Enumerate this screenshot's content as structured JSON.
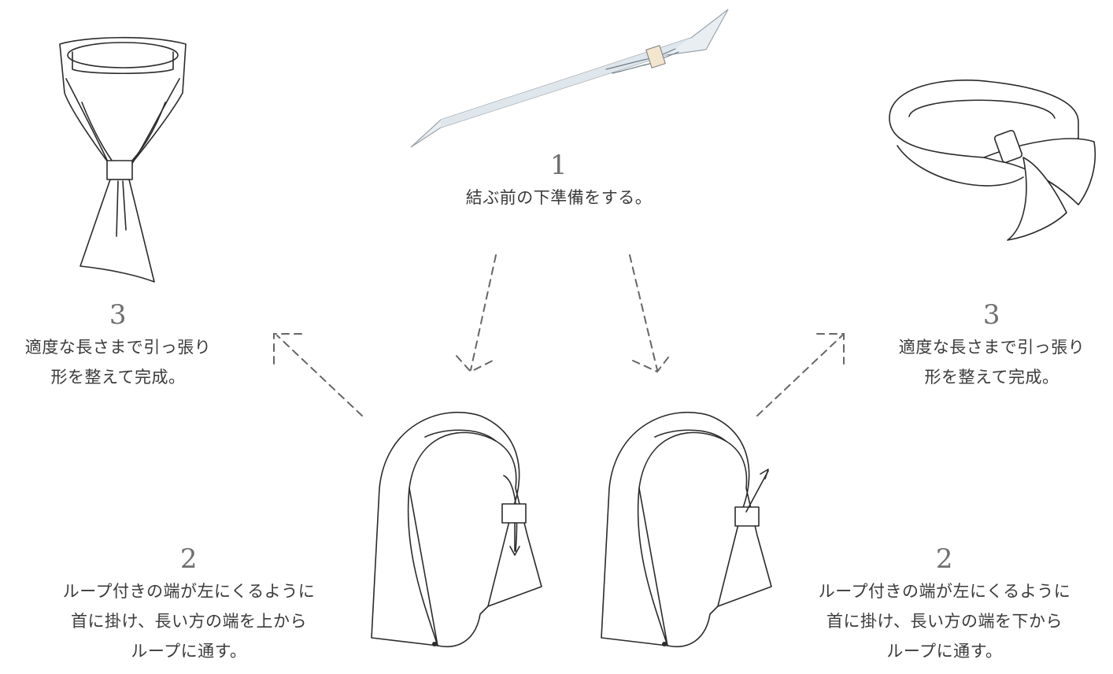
{
  "steps": {
    "step1": {
      "num": "1",
      "text": "結ぶ前の下準備をする。"
    },
    "step3_left": {
      "num": "3",
      "line1": "適度な長さまで引っ張り",
      "line2": "形を整えて完成。"
    },
    "step3_right": {
      "num": "3",
      "line1": "適度な長さまで引っ張り",
      "line2": "形を整えて完成。"
    },
    "step2_left": {
      "num": "2",
      "line1": "ループ付きの端が左にくるように",
      "line2": "首に掛け、長い方の端を上から",
      "line3": "ループに通す。"
    },
    "step2_right": {
      "num": "2",
      "line1": "ループ付きの端が左にくるように",
      "line2": "首に掛け、長い方の端を下から",
      "line3": "ループに通す。"
    }
  },
  "colors": {
    "scarf_fill": "#e9eef2",
    "loop_fill": "#f3e6cf",
    "ink": "#2b2b2b",
    "arrow": "#666666"
  }
}
